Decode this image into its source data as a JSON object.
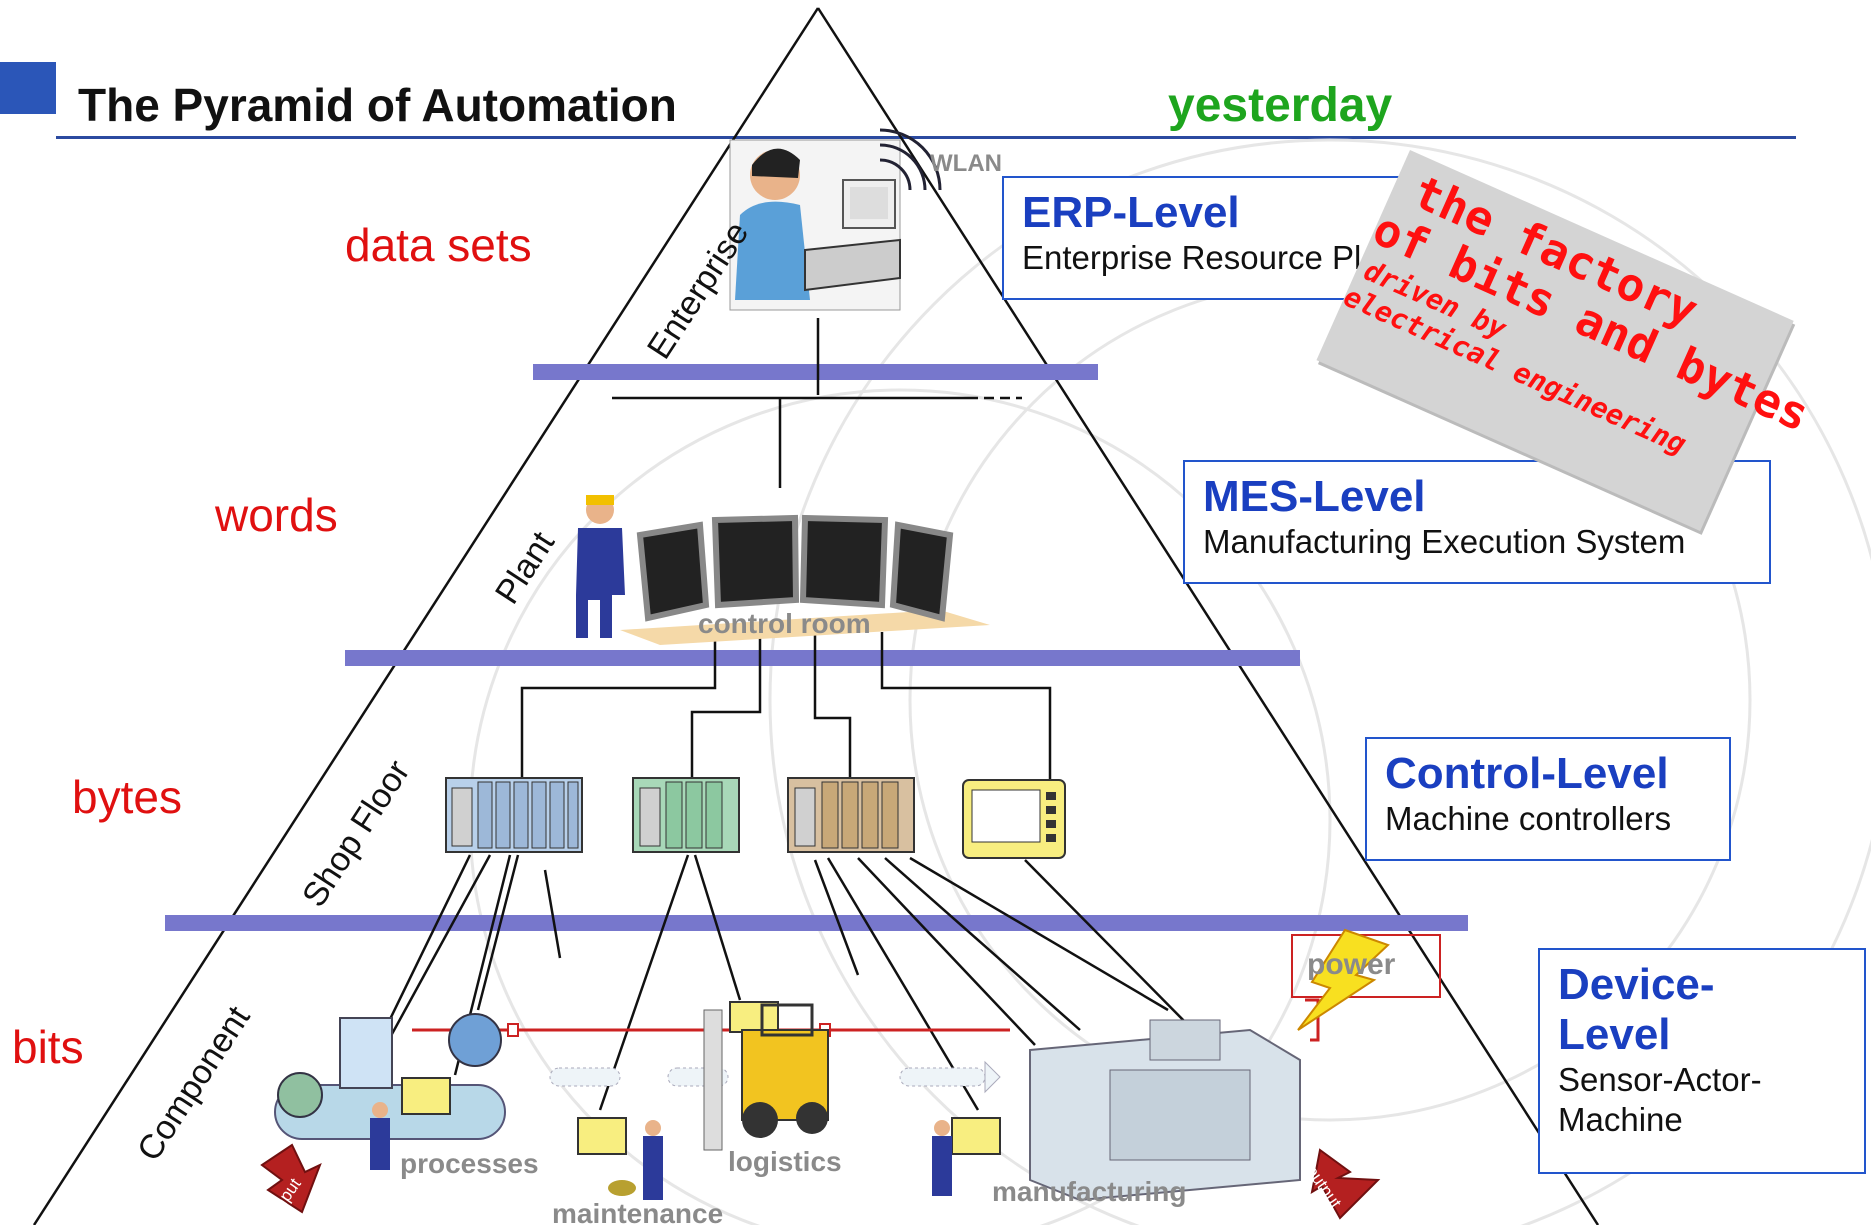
{
  "header": {
    "title": "The Pyramid of Automation",
    "subtitle": "yesterday"
  },
  "data_levels": [
    "data sets",
    "words",
    "bytes",
    "bits"
  ],
  "pyramid_side_labels": [
    "Enterprise",
    "Plant",
    "Shop Floor",
    "Component"
  ],
  "levels": {
    "erp": {
      "title": "ERP-Level",
      "desc": "Enterprise Resource Planning"
    },
    "mes": {
      "title": "MES-Level",
      "desc": "Manufacturing Execution System"
    },
    "control": {
      "title": "Control-Level",
      "desc": "Machine controllers"
    },
    "device": {
      "title": "Device-\nLevel",
      "desc": "Sensor-Actor-\nMachine"
    }
  },
  "diagram_labels": {
    "wlan": "WLAN",
    "control_room": "control room",
    "power": "power",
    "processes": "processes",
    "logistics": "logistics",
    "maintenance": "maintenance",
    "manufacturing": "manufacturing",
    "input": "input",
    "output": "output"
  },
  "banner": {
    "line1": "the factory",
    "line2": "of bits and bytes",
    "line3": "driven by",
    "line4": "electrical engineering"
  },
  "colors": {
    "accent": "#1a3fc0",
    "red_text": "#e01010",
    "green_text": "#1ea51e",
    "bus_bar": "#7777cc"
  }
}
